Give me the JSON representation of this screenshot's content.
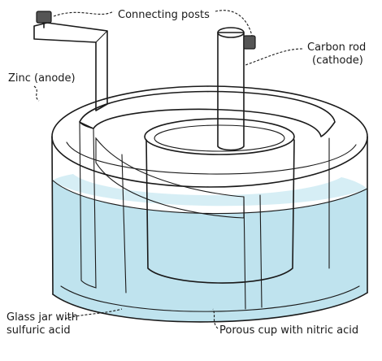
{
  "labels": {
    "connecting_posts": "Connecting posts",
    "carbon_rod_line1": "Carbon rod",
    "carbon_rod_line2": "(cathode)",
    "zinc_anode": "Zinc (anode)",
    "glass_jar_line1": "Glass jar with",
    "glass_jar_line2": "sulfuric acid",
    "porous_cup": "Porous cup with nitric acid"
  },
  "colors": {
    "acid": "#bfe3ee",
    "acid_dark": "#9fd0e0",
    "ink": "#1a1a1a",
    "metal": "#e8e8e8",
    "zinc": "#dcdcdc"
  }
}
